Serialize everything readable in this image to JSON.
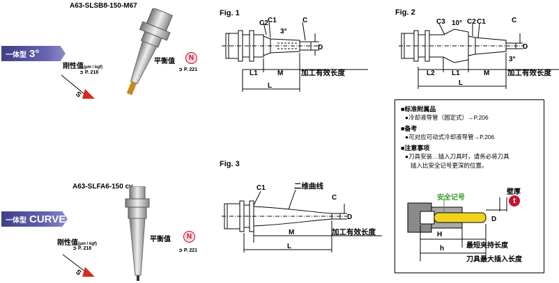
{
  "item1": {
    "model": "A63-SLSB8-150-M67",
    "tag_small": "一体型",
    "tag_big": "3°",
    "rigidity_label": "刚性值",
    "rigidity_unit": "(μm / kgf)",
    "rigidity_ref": "P. 218",
    "balance_label": "平衡值",
    "balance_badge": "N",
    "balance_ref": "P. 221",
    "marker": "S"
  },
  "item2": {
    "model": "A63-SLFA6-150 cv",
    "tag_small": "一体型",
    "tag_big": "CURVE",
    "rigidity_label": "刚性值",
    "rigidity_unit": "(μm / kgf)",
    "rigidity_ref": "P. 218",
    "balance_label": "平衡值",
    "balance_badge": "N",
    "balance_ref": "P. 221",
    "marker": "S"
  },
  "fig1": {
    "title": "Fig. 1",
    "c2": "C2",
    "c1": "C1",
    "angle": "3°",
    "c": "C",
    "d": "D",
    "l1": "L1",
    "m": "M",
    "l": "L",
    "effective": "加工有效长度"
  },
  "fig2": {
    "title": "Fig. 2",
    "c3": "C3",
    "angle_top": "10°",
    "c2": "C2",
    "c1": "C1",
    "c": "C",
    "d": "D",
    "angle_bottom": "3°",
    "l2": "L2",
    "l1": "L1",
    "m": "M",
    "l": "L",
    "effective": "加工有效长度"
  },
  "fig3": {
    "title": "Fig. 3",
    "c1": "C1",
    "curve": "二维曲线",
    "c": "C",
    "d": "D",
    "m": "M",
    "l": "L",
    "effective": "加工有效长度"
  },
  "notes": {
    "std_head": "■标准附属品",
    "std_item": "●冷却液导管（固定式）→P.206",
    "remark_head": "■备考",
    "remark_item": "●可对应可动式冷却液导管→P.206",
    "caution_head": "■注意事项",
    "caution_line1": "●刀具安装…插入刀具时，请务必将刀具",
    "caution_line2": "插入比安全记号更深的位置。",
    "safety_mark": "安全记号",
    "wall": "壁厚",
    "wall_badge": "t",
    "h": "H",
    "d": "D",
    "small_h": "h",
    "min_clamp": "最短夹持长度",
    "max_insert": "刀具最大插入长度"
  },
  "colors": {
    "tag": "#5555a5",
    "arrow": "#d62b1f",
    "badge": "#c8102e",
    "safety": "#3c9a2e",
    "tool_yellow": "#f2d31c"
  }
}
